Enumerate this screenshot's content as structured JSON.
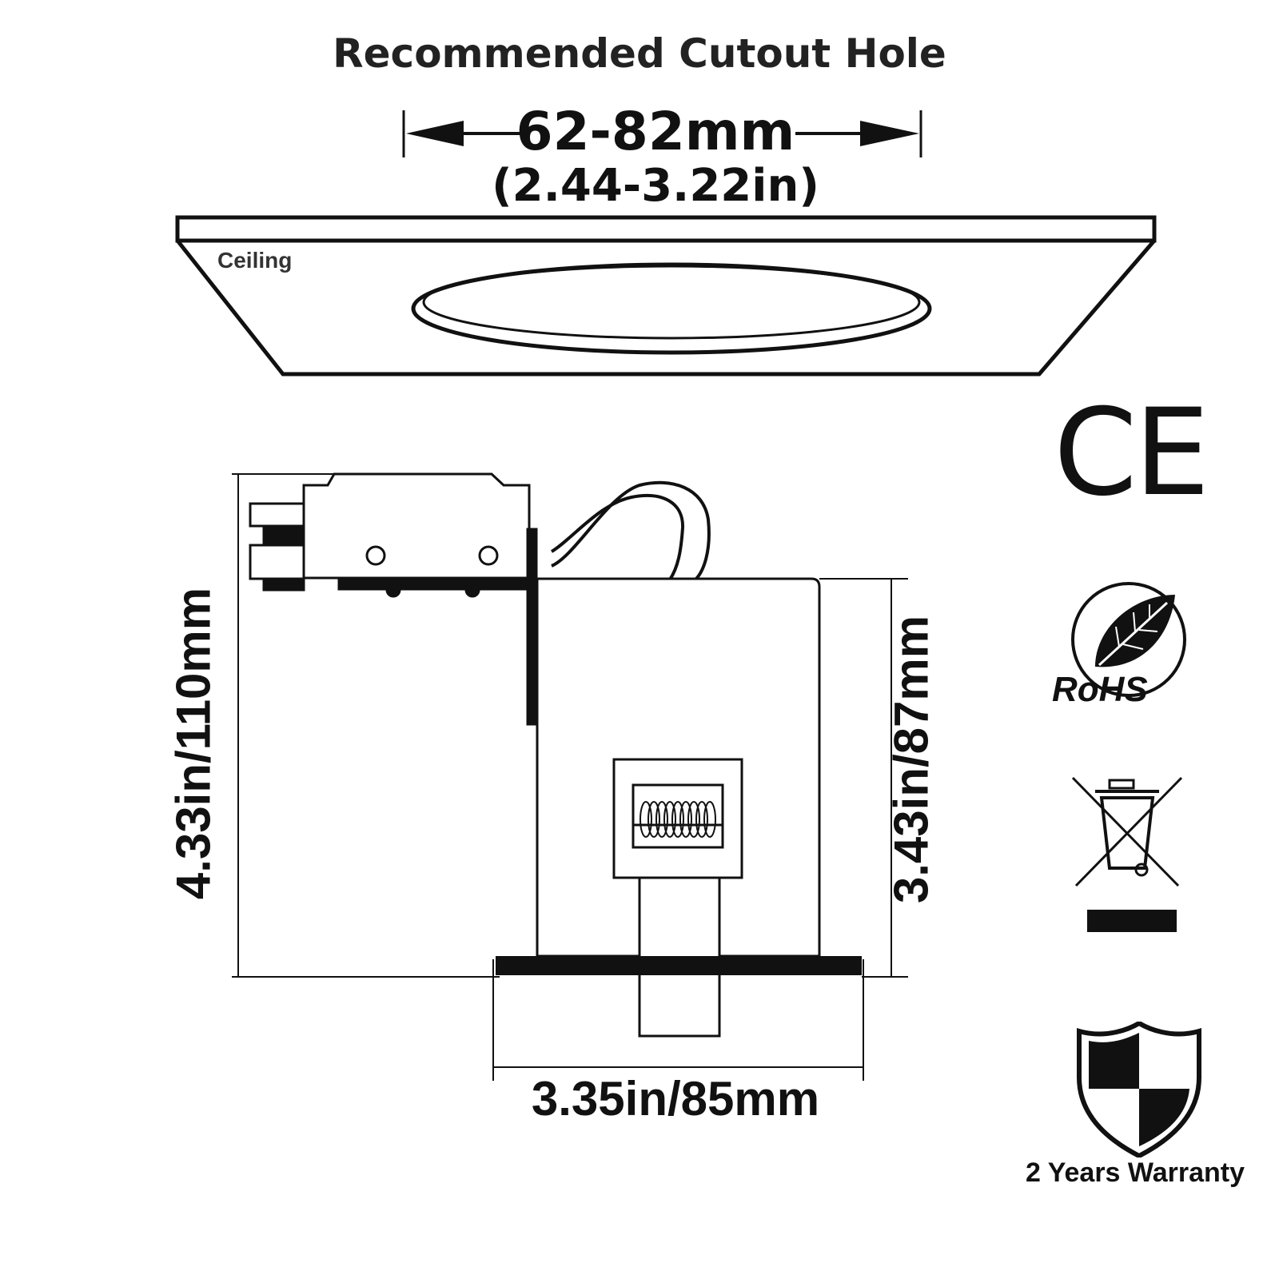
{
  "title": "Recommended Cutout Hole",
  "cutout": {
    "mm": "62-82mm",
    "inches": "(2.44-3.22in)"
  },
  "ceiling_label": "Ceiling",
  "dimensions": {
    "total_height": "4.33in/110mm",
    "body_height": "3.43in/87mm",
    "width": "3.35in/85mm"
  },
  "certifications": {
    "ce": "CE",
    "rohs": "RoHS",
    "warranty": "2 Years Warranty"
  },
  "icons": [
    "ce-mark-icon",
    "rohs-leaf-icon",
    "weee-crossed-bin-icon",
    "warranty-shield-icon"
  ],
  "colors": {
    "ink": "#111111",
    "background": "#ffffff"
  }
}
